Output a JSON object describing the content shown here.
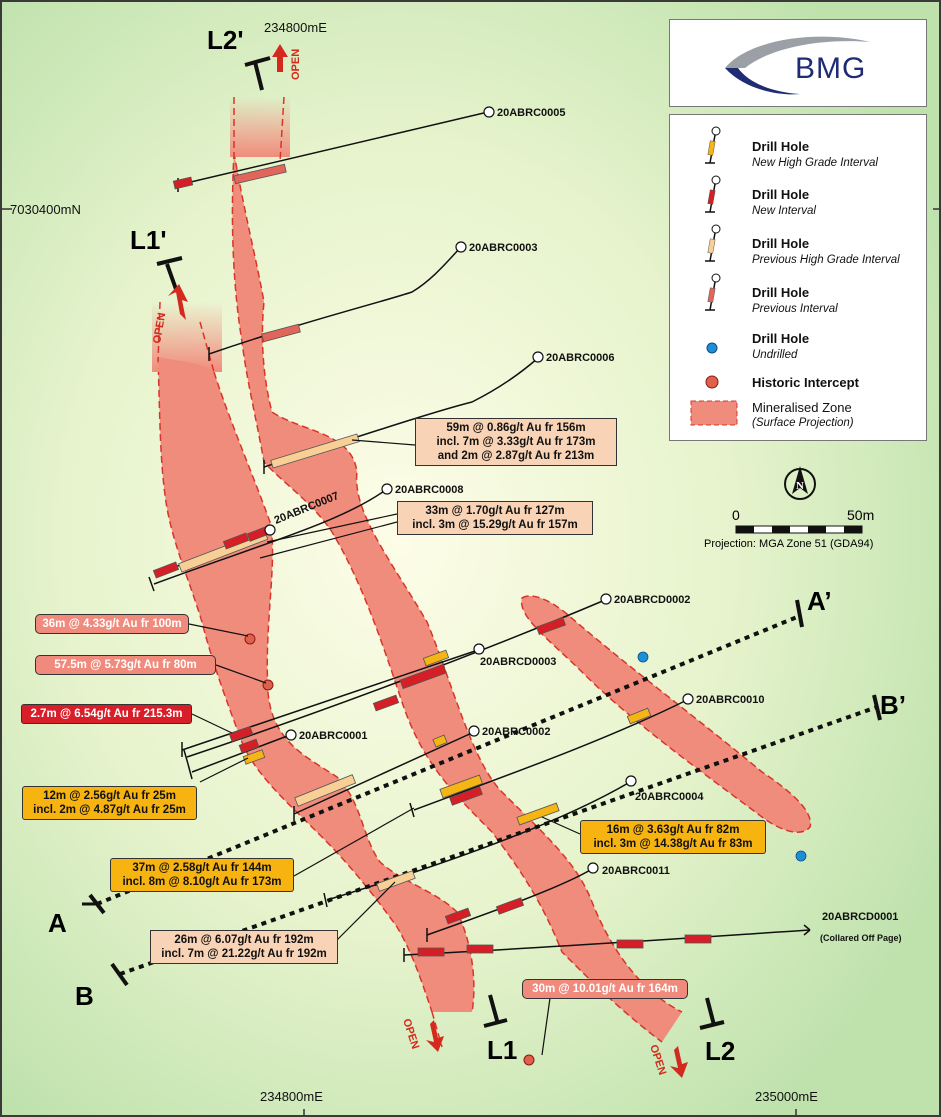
{
  "coords": {
    "top_e": "234800mE",
    "left_n": "7030400mN",
    "bottom_e1": "234800mE",
    "bottom_e2": "235000mE"
  },
  "logo": {
    "text": "BMG"
  },
  "legend": {
    "items": [
      {
        "title": "Drill Hole",
        "sub": "New High Grade Interval",
        "icon": "drill-hole-high-grade-icon"
      },
      {
        "title": "Drill Hole",
        "sub": "New Interval",
        "icon": "drill-hole-interval-icon"
      },
      {
        "title": "Drill Hole",
        "sub": "Previous High Grade Interval",
        "icon": "drill-hole-prev-high-grade-icon"
      },
      {
        "title": "Drill Hole",
        "sub": "Previous Interval",
        "icon": "drill-hole-prev-interval-icon"
      },
      {
        "title": "Drill Hole",
        "sub": "Undrilled",
        "icon": "undrilled-dot-icon"
      },
      {
        "title": "Historic Intercept",
        "sub": "",
        "icon": "historic-intercept-icon"
      },
      {
        "title": "Mineralised Zone",
        "sub": "(Surface Projection)",
        "icon": "mineralised-zone-icon"
      }
    ]
  },
  "scale": {
    "zero": "0",
    "end": "50m",
    "projection": "Projection: MGA Zone 51 (GDA94)"
  },
  "sections": {
    "l2p": "L2'",
    "l1p": "L1'",
    "l1": "L1",
    "l2": "L2",
    "a": "A",
    "ap": "A’",
    "b": "B",
    "bp": "B’"
  },
  "open_label": "OPEN",
  "holes": {
    "h0005": "20ABRC0005",
    "h0003": "20ABRC0003",
    "h0006": "20ABRC0006",
    "h0008": "20ABRC0008",
    "h0007": "20ABRC0007",
    "hd0002": "20ABRCD0002",
    "hd0003": "20ABRCD0003",
    "h0010": "20ABRC0010",
    "h0001": "20ABRC0001",
    "h0002": "20ABRC0002",
    "h0004": "20ABRC0004",
    "h0011": "20ABRC0011",
    "hd0001": "20ABRCD0001",
    "hd0001_note": "(Collared Off Page)"
  },
  "intercepts": {
    "i0006": [
      "59m @ 0.86g/t Au fr 156m",
      "incl. 7m @ 3.33g/t Au fr 173m",
      "and 2m @ 2.87g/t Au fr 213m"
    ],
    "i0007": [
      "33m @ 1.70g/t Au fr 127m",
      "incl. 3m @ 15.29g/t Au fr 157m"
    ],
    "hist1": [
      "36m @ 4.33g/t Au fr 100m"
    ],
    "hist2": [
      "57.5m @ 5.73g/t Au fr 80m"
    ],
    "red1": [
      "2.7m @ 6.54g/t Au fr 215.3m"
    ],
    "i0001": [
      "12m @ 2.56g/t Au fr 25m",
      "incl. 2m @ 4.87g/t Au fr 25m"
    ],
    "i0004": [
      "16m @ 3.63g/t Au fr 82m",
      "incl. 3m @ 14.38g/t Au fr 83m"
    ],
    "i0002": [
      "37m @ 2.58g/t Au fr 144m",
      "incl. 8m @ 8.10g/t Au fr 173m"
    ],
    "i0011": [
      "26m @ 6.07g/t Au fr 192m",
      "incl. 7m @ 21.22g/t Au fr 192m"
    ],
    "hist3": [
      "30m @ 10.01g/t Au fr 164m"
    ]
  },
  "colors": {
    "zone": "#f08c7c",
    "zone_edge": "#d8352a",
    "bg_center": "#fbfde9",
    "bg_edge": "#c3e6b0",
    "gold": "#f5b514",
    "red": "#d51e26",
    "tan": "#f8d3b5"
  }
}
